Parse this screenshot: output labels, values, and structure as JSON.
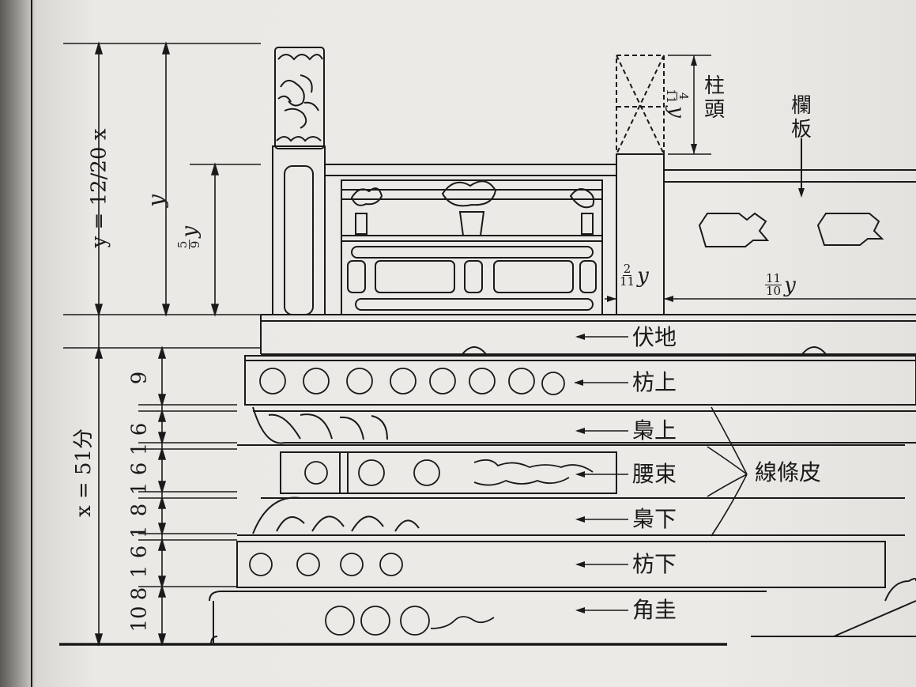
{
  "top_caption": "",
  "vertical_formulas": {
    "y_formula": "y = 12/20 x",
    "x_formula": "x = 51分"
  },
  "dims": {
    "y": "y",
    "five_ninths_y": "5/9 y",
    "two_elevenths_y": "2/11 y",
    "eleven_tenths_y": "11/10 y",
    "four_elevenths_y": "4/11 y"
  },
  "frac_parts": {
    "five": "5",
    "nine": "9",
    "two": "2",
    "eleven": "11",
    "eleven_b": "11",
    "ten": "10",
    "four": "4",
    "eleven_c": "11",
    "twelve": "12",
    "twenty": "20",
    "var_y": "y",
    "var_x": "x"
  },
  "segment_numbers": [
    "9",
    "6",
    "1",
    "6",
    "1",
    "8",
    "1",
    "6",
    "1",
    "8",
    "10"
  ],
  "labels": {
    "zhutou": "柱頭",
    "lanban": "欄板",
    "fudi": "伏地",
    "fangshang": "枋上",
    "xiaoshang": "梟上",
    "yaoshu": "腰束",
    "xiaoxia": "梟下",
    "fangxia": "枋下",
    "jiaogui": "角圭",
    "xiantiaopi": "線條皮"
  },
  "colors": {
    "ink": "#1a1a1a",
    "paper": "#eceae6"
  }
}
